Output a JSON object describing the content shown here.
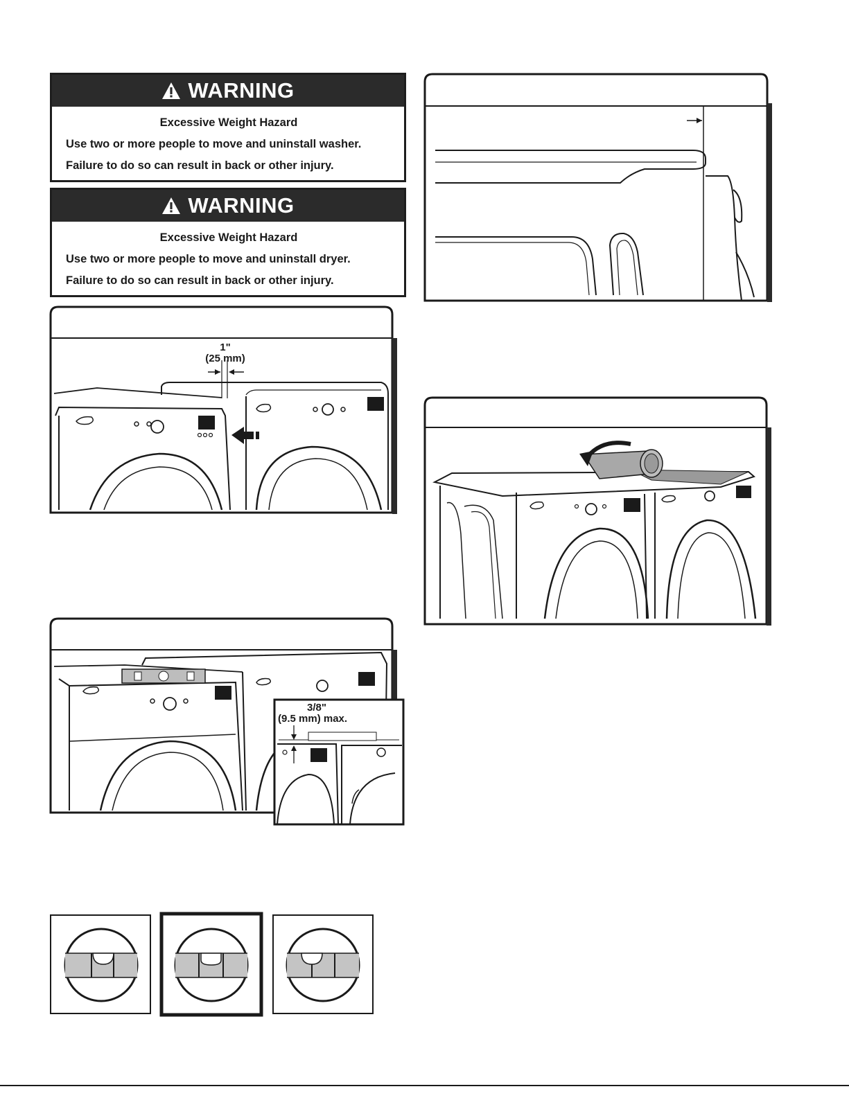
{
  "warnings": [
    {
      "title": "WARNING",
      "hazard": "Excessive Weight Hazard",
      "line1": "Use two or more people to move and uninstall washer.",
      "line2": "Failure to do so can result in back or other injury."
    },
    {
      "title": "WARNING",
      "hazard": "Excessive Weight Hazard",
      "line1": "Use two or more people to move and uninstall dryer.",
      "line2": "Failure to do so can result in back or other injury."
    }
  ],
  "figures": {
    "gap": {
      "value": "1\"",
      "metric": "(25 mm)"
    },
    "leveling": {
      "value": "3/8\"",
      "metric": "(9.5 mm) max."
    }
  }
}
